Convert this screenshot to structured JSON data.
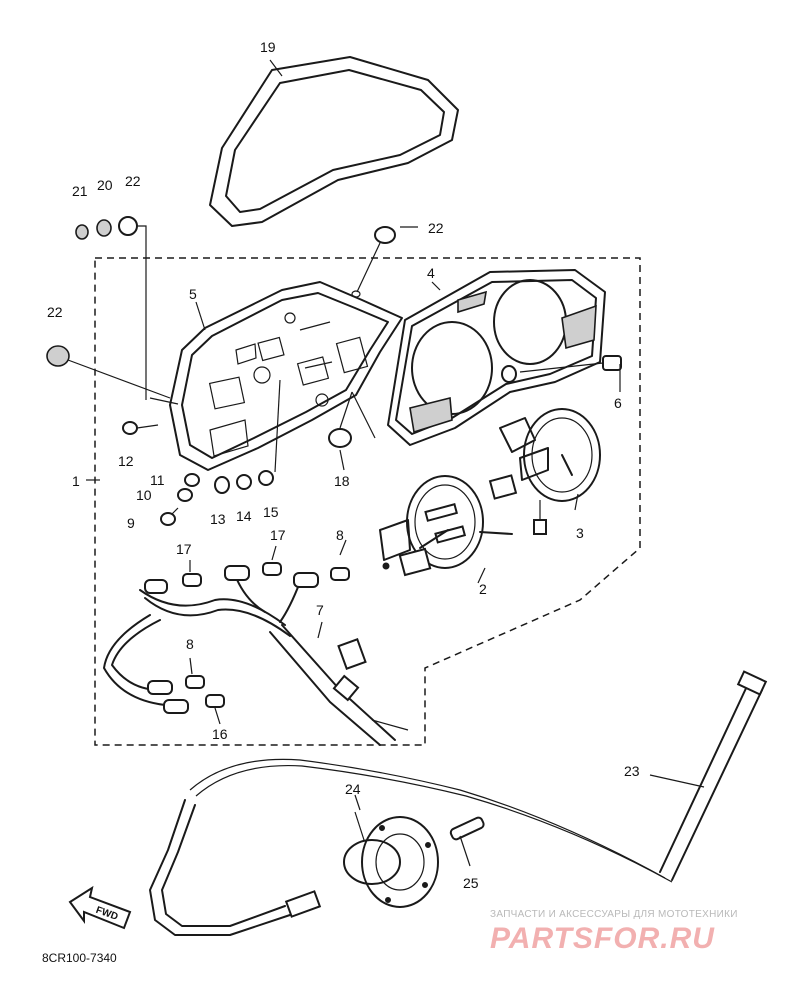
{
  "diagram": {
    "callouts": [
      "1",
      "2",
      "3",
      "4",
      "5",
      "6",
      "7",
      "8",
      "8",
      "9",
      "10",
      "11",
      "12",
      "13",
      "14",
      "15",
      "16",
      "17",
      "17",
      "18",
      "19",
      "20",
      "21",
      "22",
      "22",
      "22",
      "23",
      "24",
      "25"
    ],
    "fwd_label": "FWD",
    "diagram_code": "8CR100-7340"
  },
  "watermark": {
    "tagline": "ЗАПЧАСТИ И АКСЕССУАРЫ ДЛЯ МОТОТЕХНИКИ",
    "brand": "PARTSFOR.RU",
    "color": "#f2b0b0"
  }
}
